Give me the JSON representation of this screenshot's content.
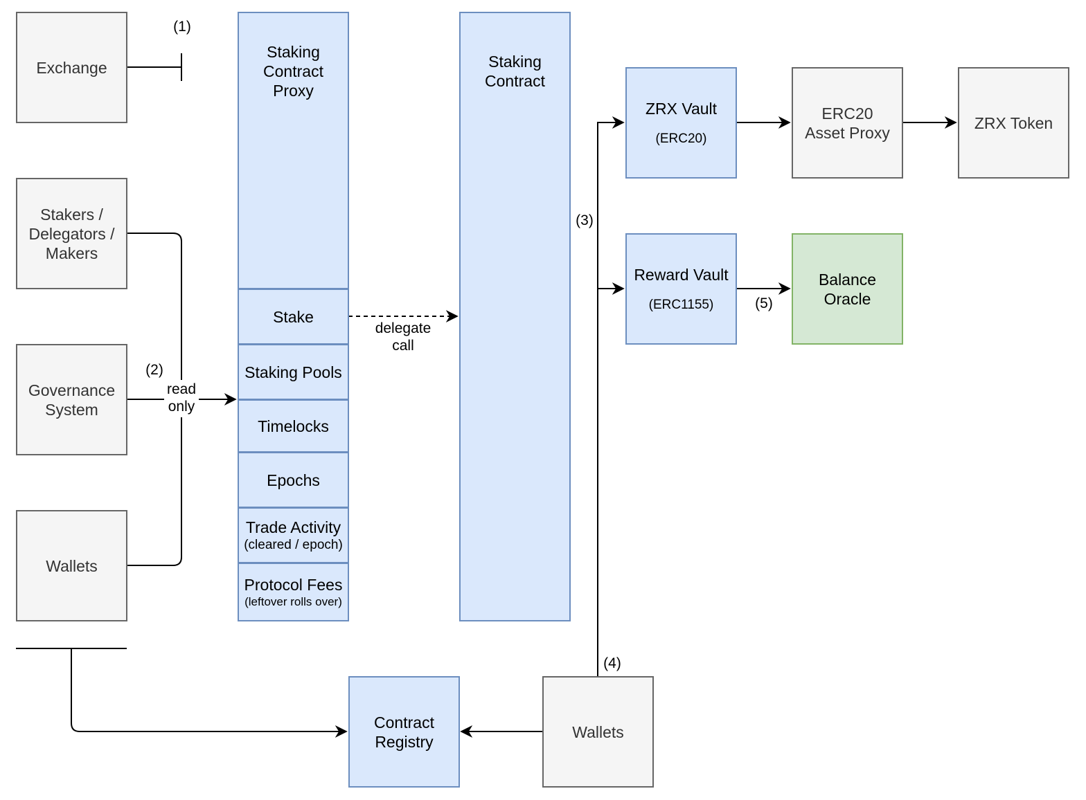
{
  "nodes": {
    "exchange": "Exchange",
    "stakers": [
      "Stakers /",
      "Delegators /",
      "Makers"
    ],
    "governance": [
      "Governance",
      "System"
    ],
    "wallets_left": "Wallets",
    "proxy": [
      "Staking",
      "Contract",
      "Proxy"
    ],
    "stake": "Stake",
    "staking_pools": "Staking Pools",
    "timelocks": "Timelocks",
    "epochs": "Epochs",
    "trade_activity": "Trade Activity",
    "trade_activity_sub": "(cleared / epoch)",
    "protocol_fees": "Protocol Fees",
    "protocol_fees_sub": "(leftover rolls over)",
    "staking_contract": [
      "Staking",
      "Contract"
    ],
    "zrx_vault": "ZRX Vault",
    "zrx_vault_sub": "(ERC20)",
    "reward_vault": "Reward Vault",
    "reward_vault_sub": "(ERC1155)",
    "erc20_proxy": [
      "ERC20",
      "Asset Proxy"
    ],
    "zrx_token": "ZRX Token",
    "balance_oracle": [
      "Balance",
      "Oracle"
    ],
    "contract_registry": [
      "Contract",
      "Registry"
    ],
    "wallets_bottom": "Wallets"
  },
  "labels": {
    "l1": "(1)",
    "l2": "(2)",
    "read_only": [
      "read",
      "only"
    ],
    "delegate_call": [
      "delegate",
      "call"
    ],
    "l3": "(3)",
    "l4": "(4)",
    "l5": "(5)"
  },
  "colors": {
    "gray_fill": "#f5f5f5",
    "gray_stroke": "#666666",
    "blue_fill": "#dae8fc",
    "blue_stroke": "#6c8ebf",
    "green_fill": "#d5e8d4",
    "green_stroke": "#82b366"
  }
}
